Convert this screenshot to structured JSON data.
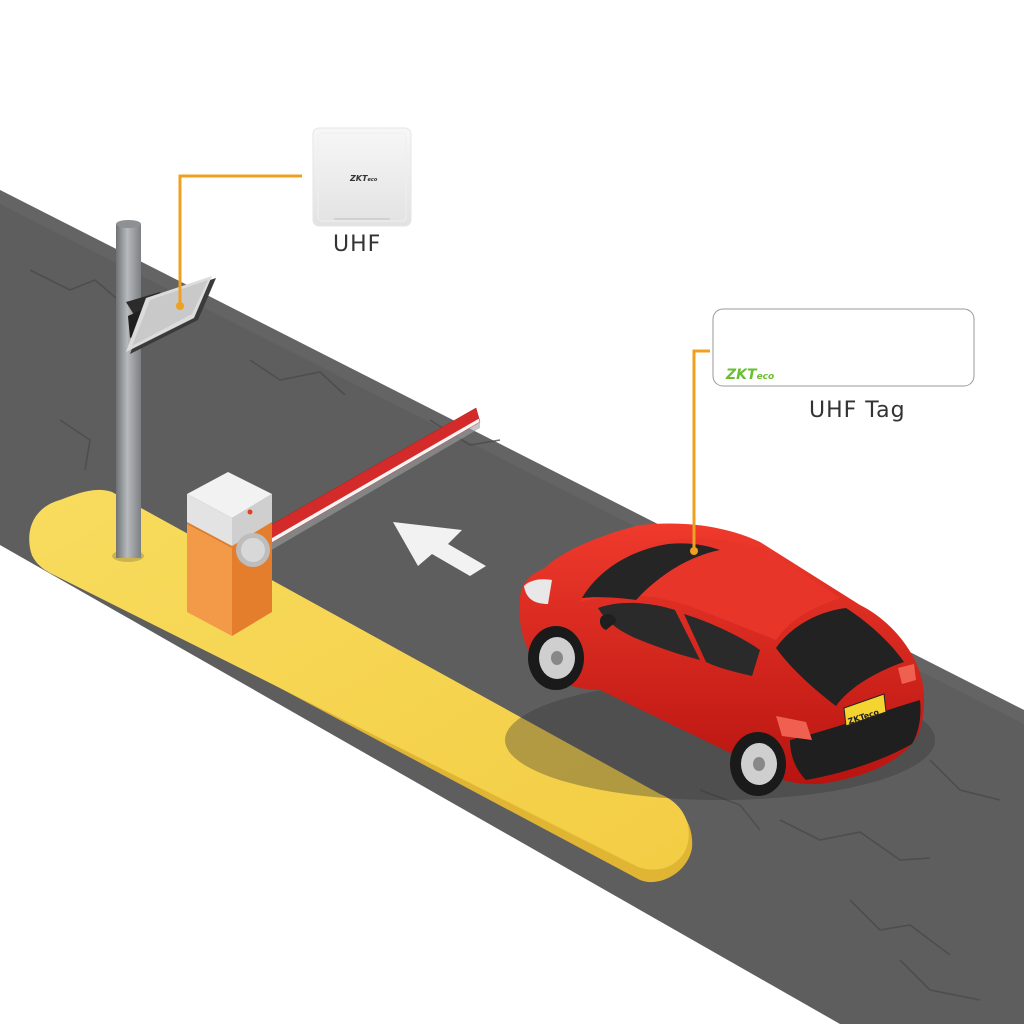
{
  "labels": {
    "reader": "UHF",
    "tag": "UHF Tag"
  },
  "brand": {
    "prefix": "ZKT",
    "suffix": "eco"
  },
  "plate": "ZKTeco",
  "colors": {
    "callout_line": "#f0a020",
    "road": "#5e5e5e",
    "island": "#f6d24a",
    "gate_body": "#f08a38",
    "gate_top": "#d8d8d8",
    "boom_red": "#d42a2a",
    "car_red": "#d81e16",
    "brand_green": "#6abf2e"
  },
  "icons": [
    "arrow-up-left-icon"
  ]
}
